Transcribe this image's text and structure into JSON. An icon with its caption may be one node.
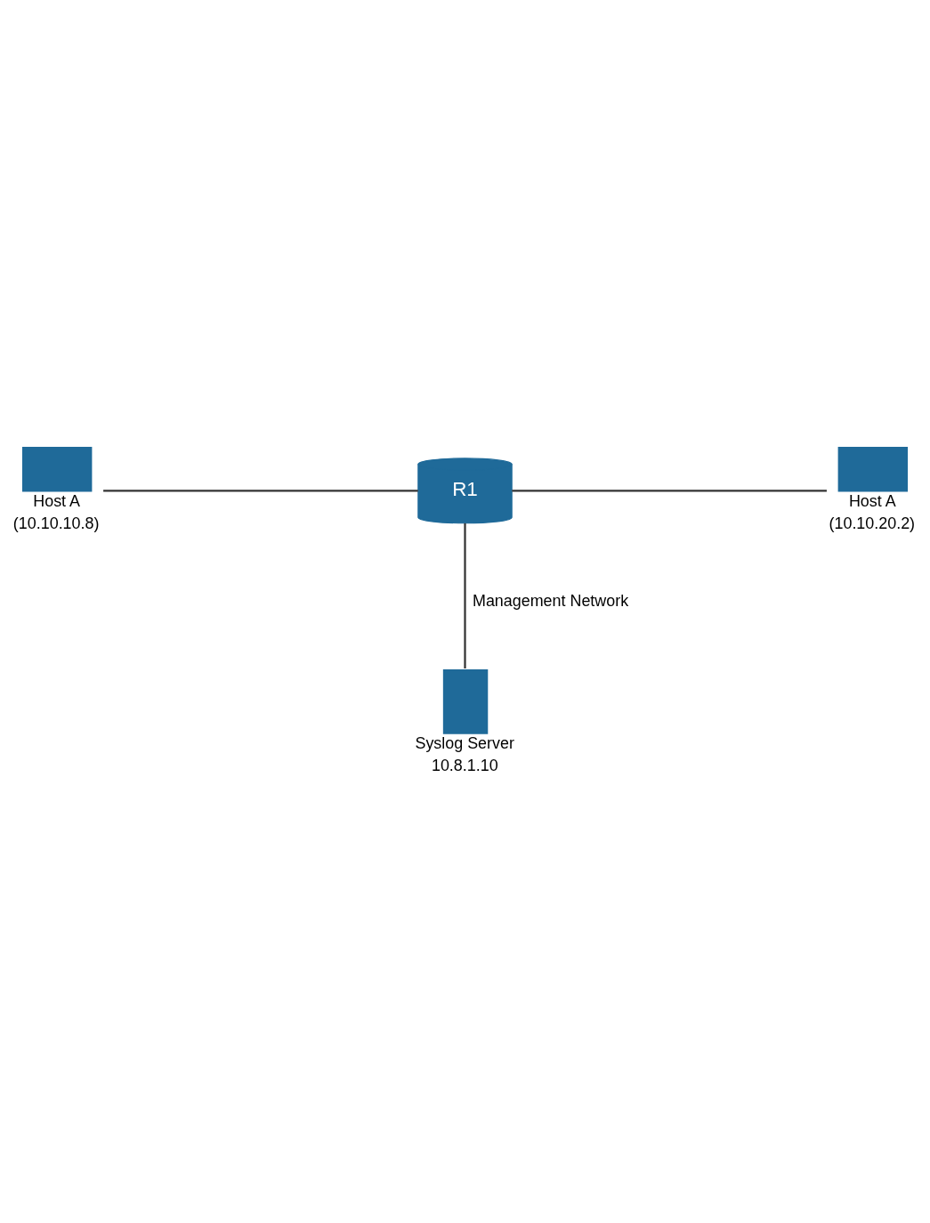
{
  "diagram": {
    "nodes": [
      {
        "text": [
          "Host A",
          "(10.10.10.8)"
        ]
      },
      {
        "text": [
          "R1"
        ]
      },
      {
        "text": [
          "Host A",
          "(10.10.20.2)"
        ]
      },
      {
        "text": [
          "Syslog Server",
          "10.8.1.10"
        ]
      }
    ],
    "edges": [
      {
        "from": 0,
        "to": 1,
        "arrow": "none"
      },
      {
        "from": 1,
        "to": 2,
        "arrow": "none"
      },
      {
        "from": 1,
        "to": 3,
        "label": "Management Network",
        "arrow": "none"
      }
    ]
  }
}
